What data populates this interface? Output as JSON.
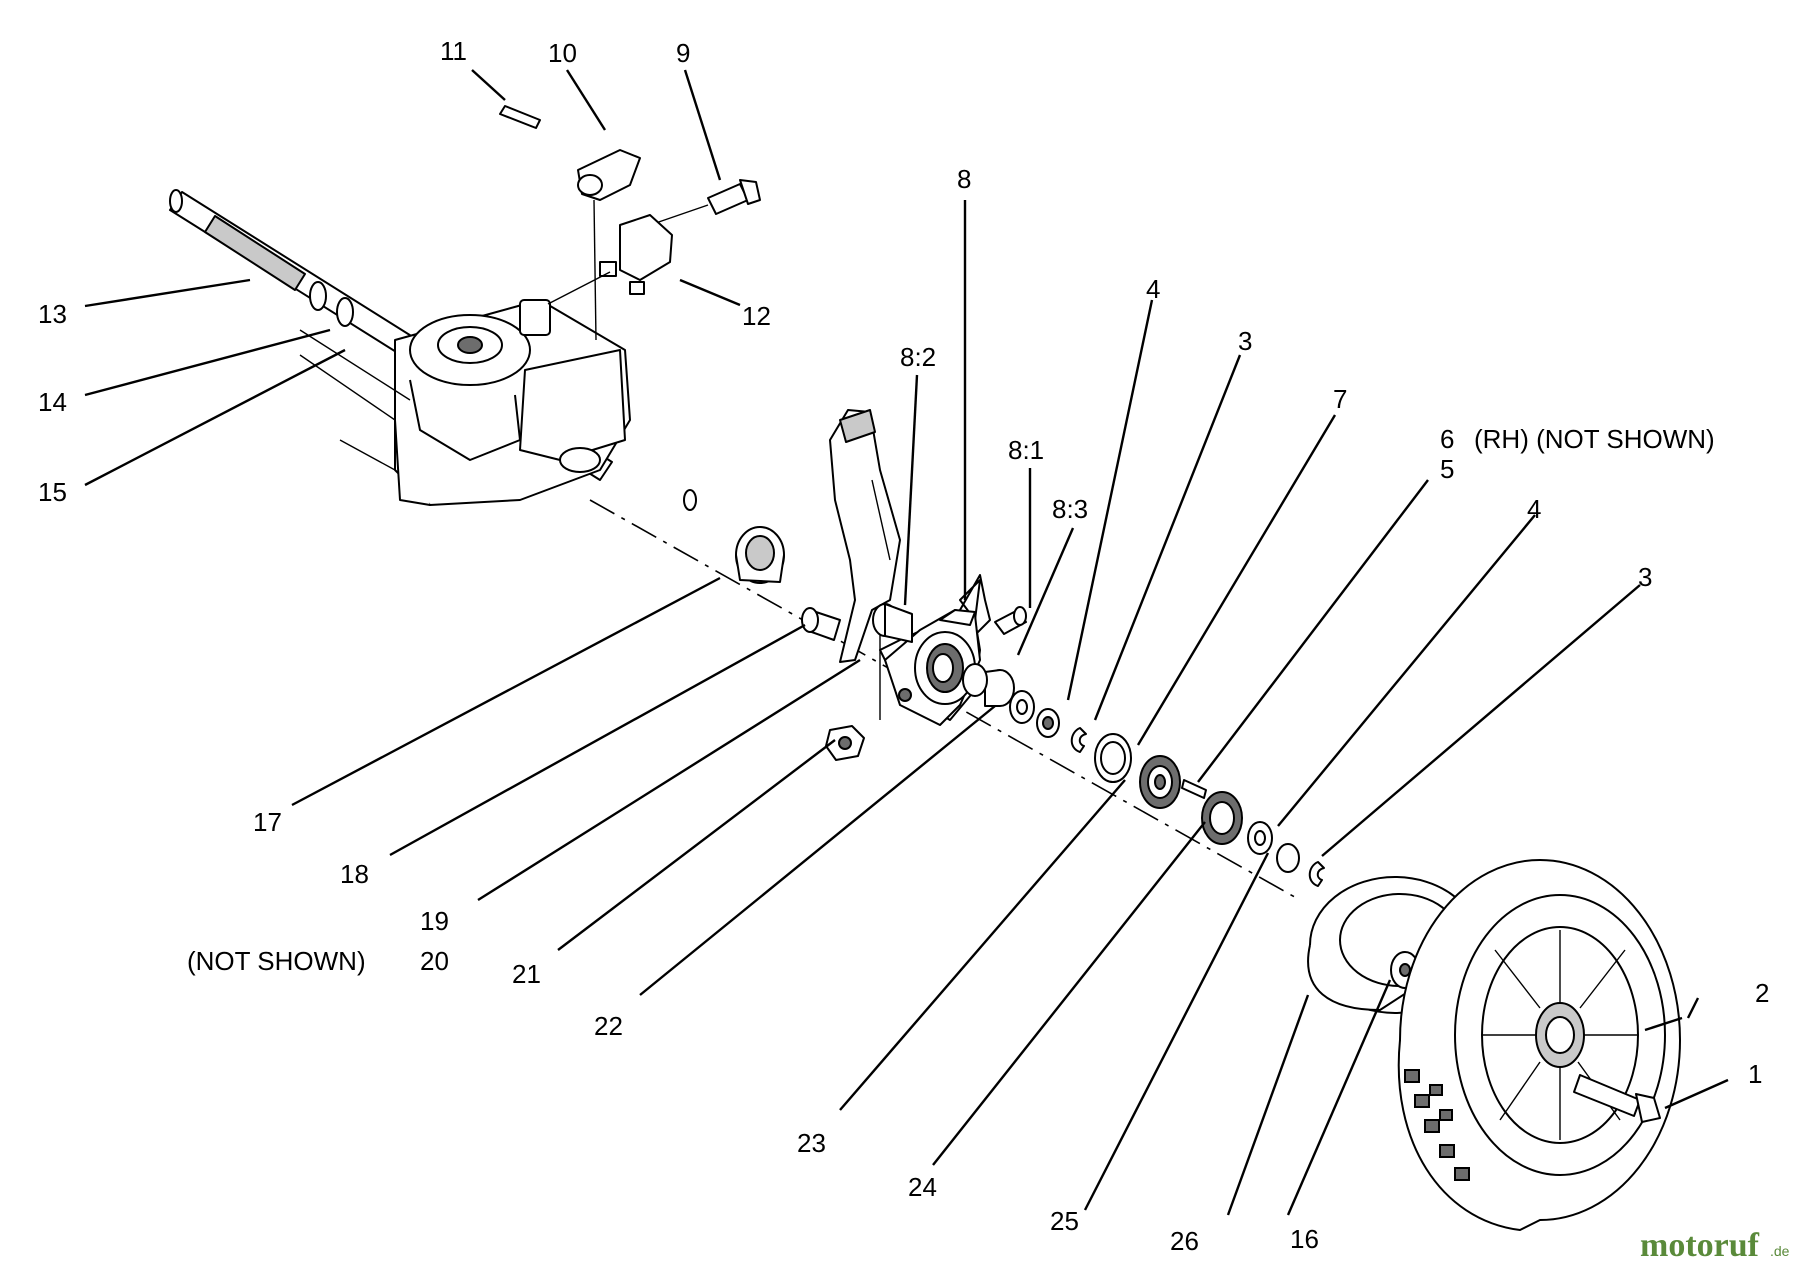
{
  "diagram": {
    "labels": {
      "l11": "11",
      "l10": "10",
      "l9": "9",
      "l8": "8",
      "l13": "13",
      "l12": "12",
      "l14": "14",
      "l15": "15",
      "l8_2": "8:2",
      "l4a": "4",
      "l3a": "3",
      "l7": "7",
      "l8_1": "8:1",
      "l8_3": "8:3",
      "l6": "6",
      "l6_note": "(RH) (NOT SHOWN)",
      "l5": "5",
      "l4b": "4",
      "l3b": "3",
      "l17": "17",
      "l18": "18",
      "l19": "19",
      "l20_note": "(NOT SHOWN)",
      "l20": "20",
      "l21": "21",
      "l22": "22",
      "l23": "23",
      "l24": "24",
      "l25": "25",
      "l26": "26",
      "l16": "16",
      "l2": "2",
      "l1": "1"
    },
    "watermark": {
      "text": "motoruf",
      "suffix": ".de"
    }
  }
}
